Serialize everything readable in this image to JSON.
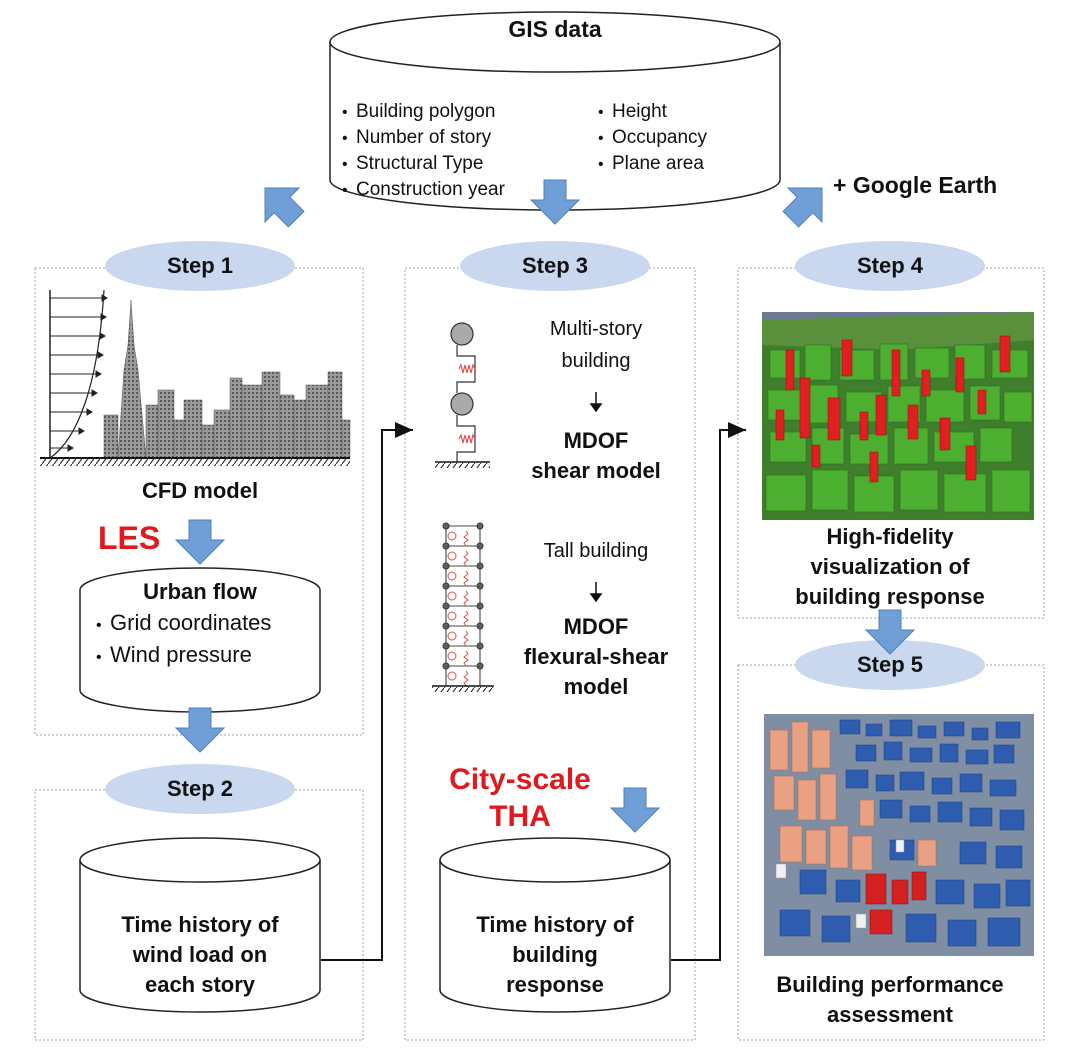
{
  "gis": {
    "title": "GIS data",
    "left_items": [
      "Building polygon",
      "Number of story",
      "Structural Type",
      "Construction year"
    ],
    "right_items": [
      "Height",
      "Occupancy",
      "Plane area"
    ],
    "google_earth": "+ Google Earth"
  },
  "step1": {
    "label": "Step 1",
    "cfd_caption": "CFD model",
    "les_label": "LES",
    "urban_flow": {
      "title": "Urban flow",
      "items": [
        "Grid coordinates",
        "Wind pressure"
      ]
    }
  },
  "step2": {
    "label": "Step 2",
    "output": [
      "Time history of",
      "wind load on",
      "each story"
    ]
  },
  "step3": {
    "label": "Step 3",
    "multi_story": [
      "Multi-story",
      "building"
    ],
    "mdof_shear": [
      "MDOF",
      "shear model"
    ],
    "tall_building": "Tall building",
    "mdof_flexural": [
      "MDOF",
      "flexural-shear",
      "model"
    ],
    "tha_label": [
      "City-scale",
      "THA"
    ],
    "output": [
      "Time history of",
      "building",
      "response"
    ]
  },
  "step4": {
    "label": "Step 4",
    "caption": [
      "High-fidelity",
      "visualization of",
      "building response"
    ]
  },
  "step5": {
    "label": "Step 5",
    "caption": [
      "Building performance",
      "assessment"
    ]
  },
  "colors": {
    "arrow_fill": "#6f9fd6",
    "arrow_stroke": "#4f7fb8",
    "step_ellipse": "#c9d8ef",
    "red_text": "#e0191d",
    "panel_border": "#a0a0a0"
  }
}
